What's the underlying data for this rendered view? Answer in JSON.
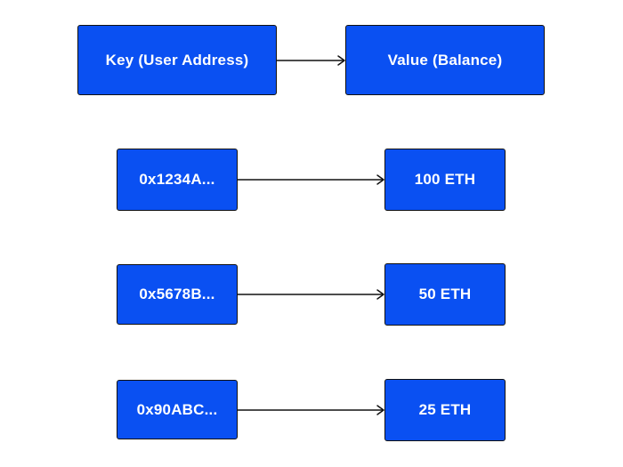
{
  "diagram": {
    "header": {
      "key_label": "Key (User Address)",
      "value_label": "Value (Balance)"
    },
    "rows": [
      {
        "key": "0x1234A...",
        "value": "100 ETH"
      },
      {
        "key": "0x5678B...",
        "value": "50 ETH"
      },
      {
        "key": "0x90ABC...",
        "value": "25 ETH"
      }
    ],
    "colors": {
      "node_fill": "#0a50f2",
      "node_text": "#ffffff",
      "edge": "#111111"
    }
  }
}
